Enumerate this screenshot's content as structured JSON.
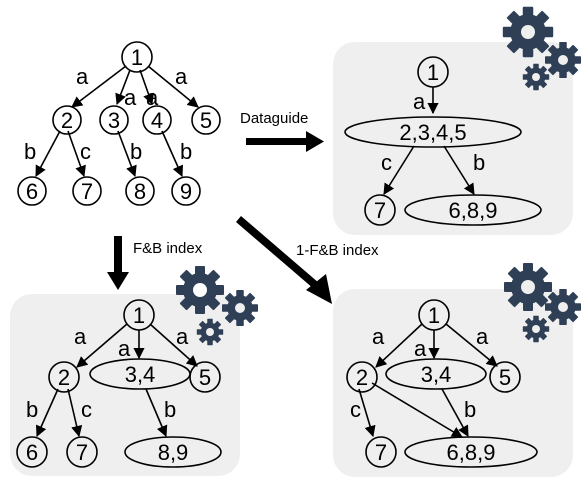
{
  "source_tree": {
    "nodes": {
      "root": "1",
      "a1": "2",
      "a2": "3",
      "a3": "4",
      "a4": "5",
      "l1": "6",
      "l2": "7",
      "l3": "8",
      "l4": "9"
    },
    "edge_labels": {
      "e_1_2": "a",
      "e_1_3": "a",
      "e_1_4": "a",
      "e_1_5": "a",
      "e_2_6": "b",
      "e_2_7": "c",
      "e_3_8": "b",
      "e_4_9": "b"
    }
  },
  "dataguide": {
    "arrow_label": "Dataguide",
    "nodes": {
      "root": "1",
      "mid": "2,3,4,5",
      "left": "7",
      "right": "6,8,9"
    },
    "edge_labels": {
      "a": "a",
      "c": "c",
      "b": "b"
    }
  },
  "fb_index": {
    "arrow_label": "F&B index",
    "nodes": {
      "root": "1",
      "left": "2",
      "mid": "3,4",
      "right": "5",
      "l1": "6",
      "l2": "7",
      "l3": "8,9"
    },
    "edge_labels": {
      "a_left": "a",
      "a_mid": "a",
      "a_right": "a",
      "b_left": "b",
      "c_left": "c",
      "b_mid": "b"
    }
  },
  "one_fb_index": {
    "arrow_label": "1-F&B index",
    "nodes": {
      "root": "1",
      "left": "2",
      "mid": "3,4",
      "right": "5",
      "l1": "7",
      "l2": "6,8,9"
    },
    "edge_labels": {
      "a_left": "a",
      "a_mid": "a",
      "a_right": "a",
      "c_left": "c",
      "b_mid": "b"
    }
  },
  "icons": [
    "gears-icon",
    "gears-icon",
    "gears-icon"
  ],
  "colors": {
    "panel": "#efefef",
    "gear": "#2f3f55",
    "ink": "#000000"
  }
}
